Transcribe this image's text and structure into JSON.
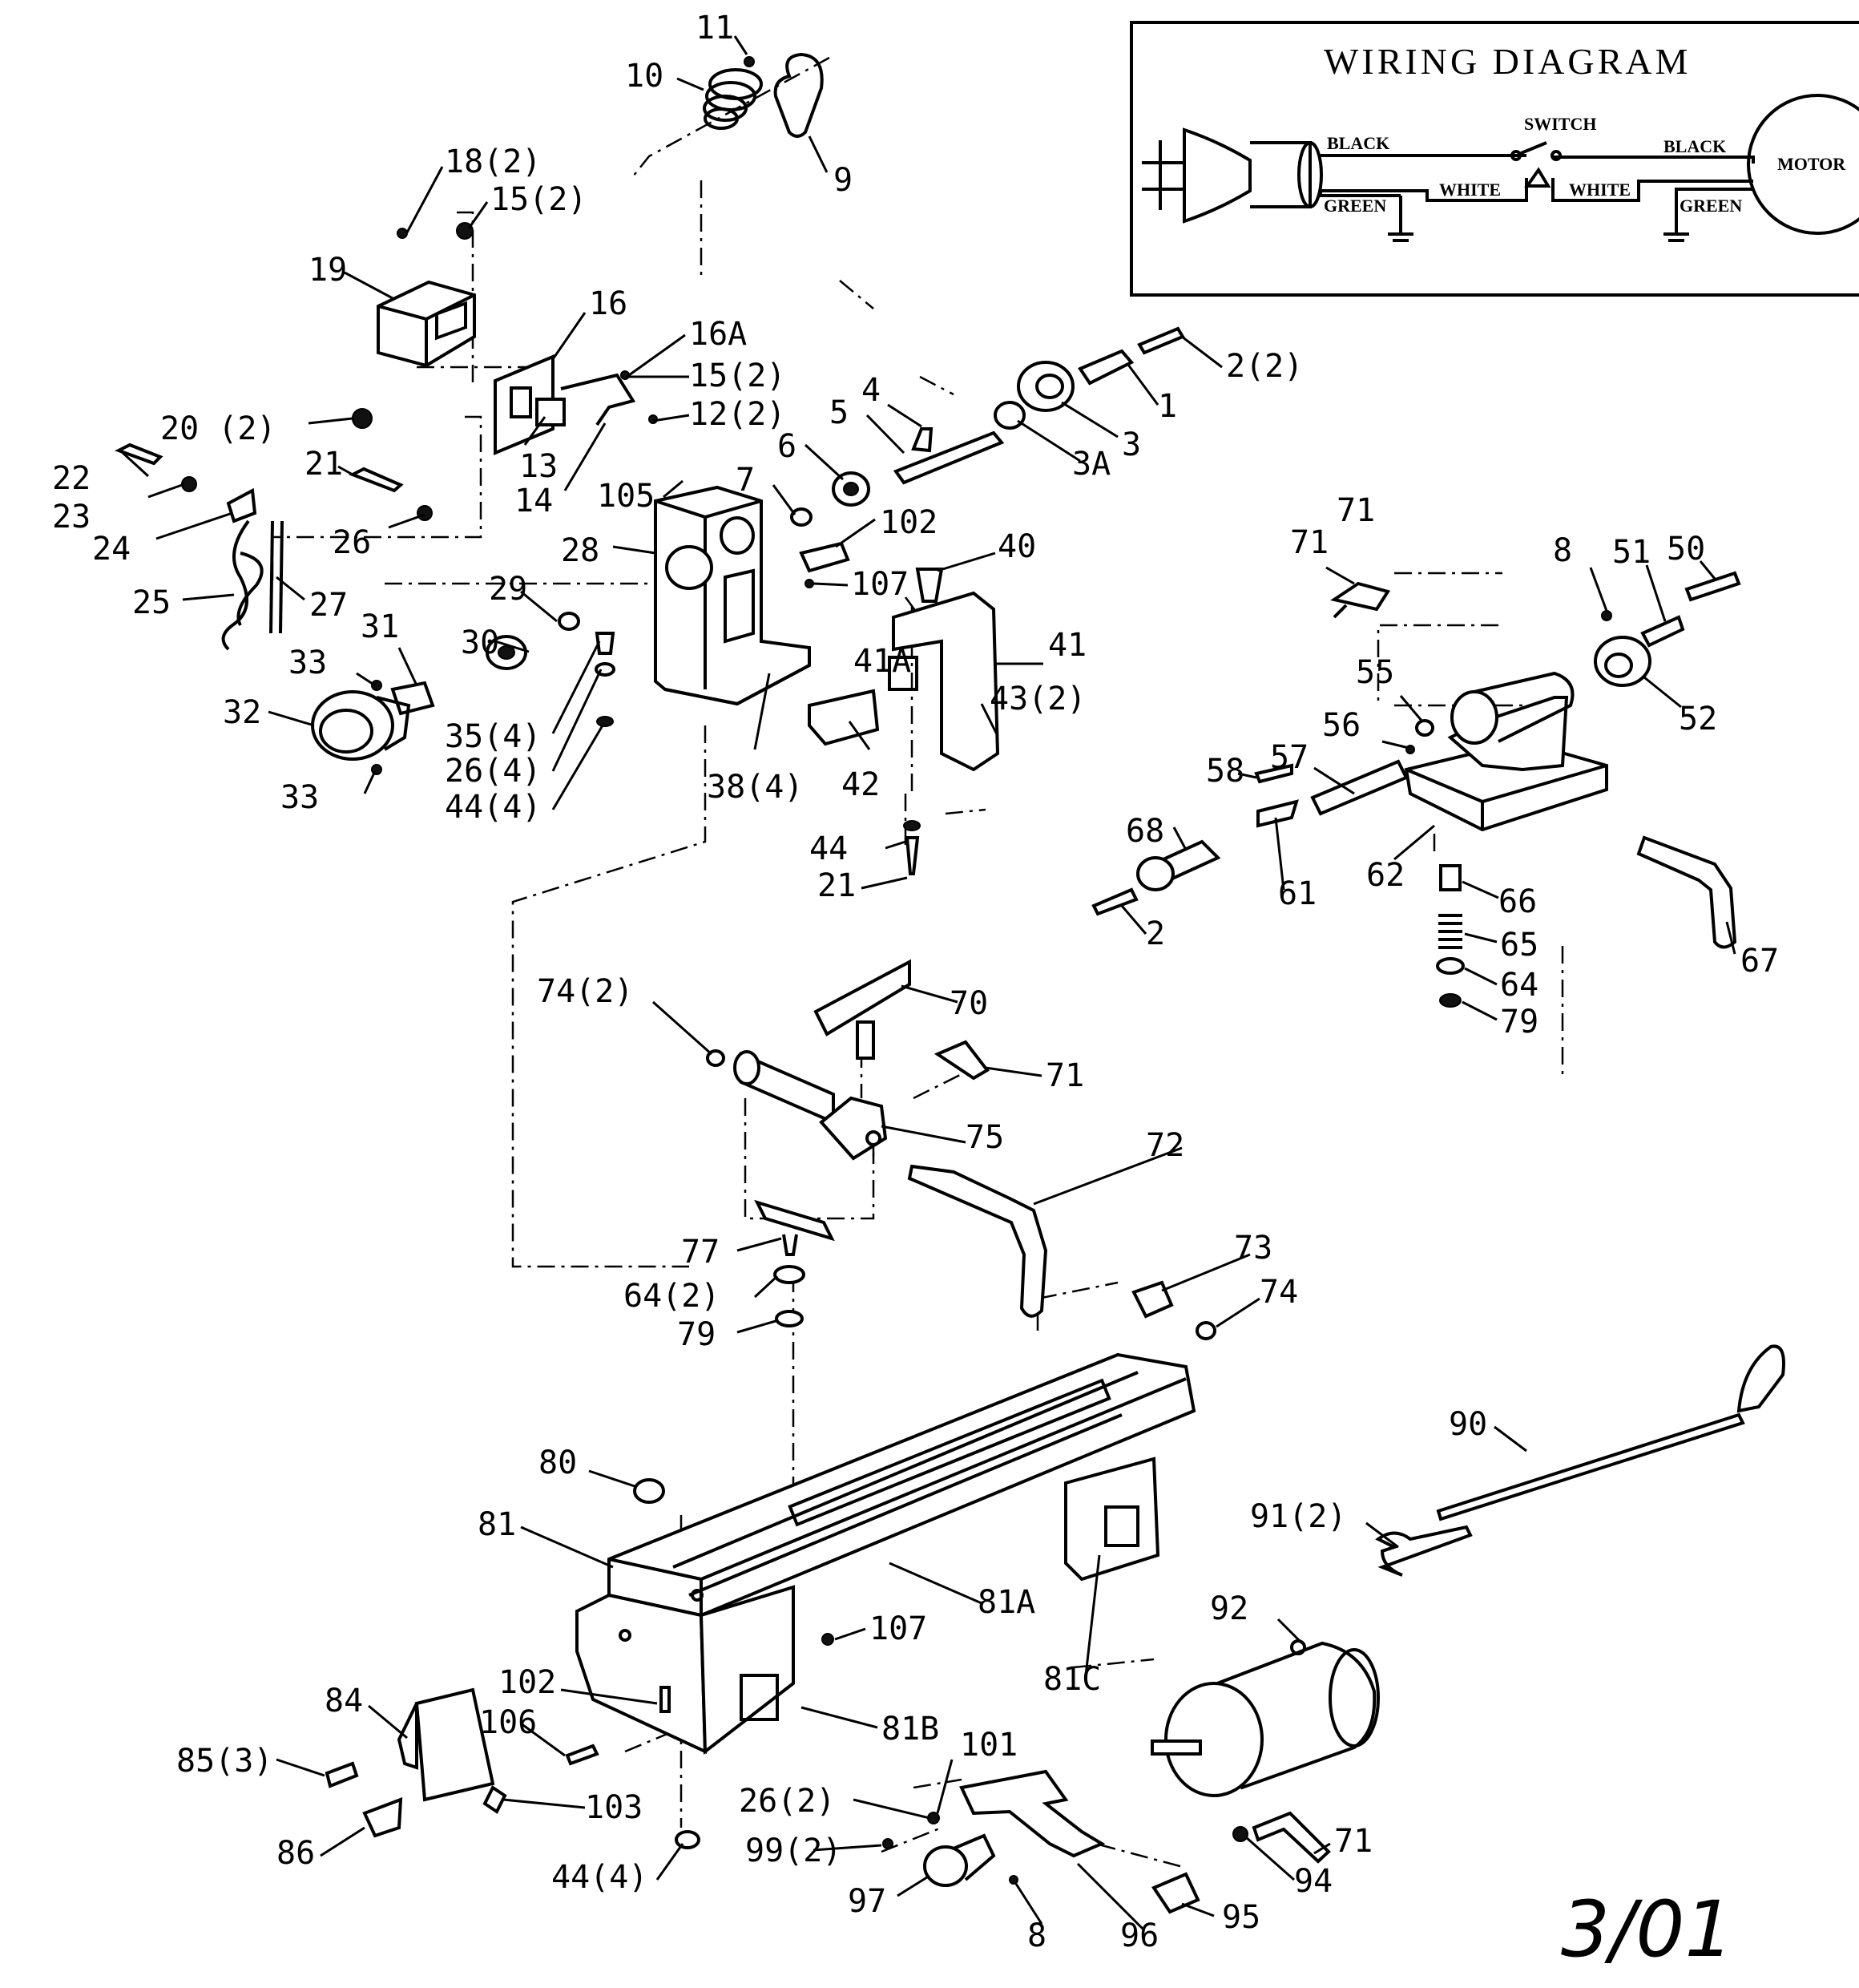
{
  "wiring_diagram": {
    "title": "WIRING DIAGRAM",
    "labels": {
      "switch": "SWITCH",
      "black_left": "BLACK",
      "black_right": "BLACK",
      "white_left": "WHITE",
      "white_right": "WHITE",
      "green_left": "GREEN",
      "green_right": "GREEN",
      "motor": "MOTOR"
    }
  },
  "part_labels": [
    "11",
    "10",
    "9",
    "18(2)",
    "15(2)",
    "19",
    "16",
    "16A",
    "15(2)",
    "12(2)",
    "20 (2)",
    "13",
    "14",
    "22",
    "21",
    "23",
    "24",
    "26",
    "25",
    "27",
    "105",
    "28",
    "7",
    "6",
    "5",
    "4",
    "3A",
    "3",
    "1",
    "2(2)",
    "102",
    "107",
    "40",
    "41",
    "41A",
    "43(2)",
    "42",
    "38(4)",
    "29",
    "30",
    "31",
    "32",
    "33",
    "33",
    "35(4)",
    "26(4)",
    "44(4)",
    "44",
    "21",
    "71",
    "71",
    "8",
    "51",
    "50",
    "55",
    "56",
    "52",
    "57",
    "58",
    "68",
    "61",
    "62",
    "66",
    "65",
    "64",
    "79",
    "67",
    "2",
    "74(2)",
    "70",
    "71",
    "75",
    "72",
    "77",
    "64(2)",
    "79",
    "73",
    "74",
    "80",
    "81",
    "81A",
    "107",
    "81C",
    "81B",
    "102",
    "106",
    "84",
    "85(3)",
    "86",
    "103",
    "90",
    "91(2)",
    "92",
    "101",
    "26(2)",
    "99(2)",
    "71",
    "94",
    "97",
    "8",
    "96",
    "95",
    "44(4)"
  ],
  "date_mark": "3/01"
}
